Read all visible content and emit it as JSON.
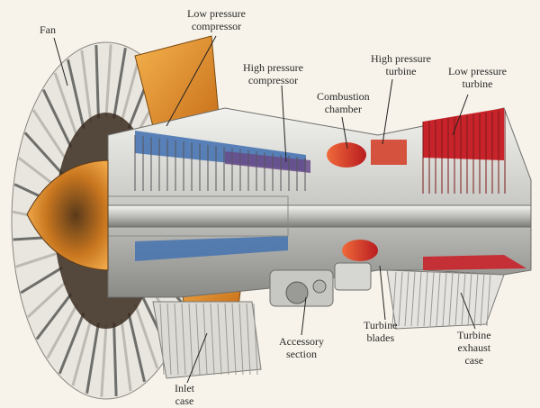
{
  "labels": {
    "fan": "Fan",
    "lpc": [
      "Low pressure",
      "compressor"
    ],
    "hpc": [
      "High pressure",
      "compressor"
    ],
    "hpt": [
      "High pressure",
      "turbine"
    ],
    "lpt": [
      "Low pressure",
      "turbine"
    ],
    "combustion": [
      "Combustion",
      "chamber"
    ],
    "accessory": [
      "Accessory",
      "section"
    ],
    "turbine_blades": [
      "Turbine",
      "blades"
    ],
    "exhaust": [
      "Turbine",
      "exhaust",
      "case"
    ],
    "inlet": [
      "Inlet",
      "case"
    ]
  },
  "colors": {
    "background": "#f7f3ea",
    "fan_orange": "#e08a2a",
    "compressor_blue": "#3f6fb0",
    "compressor_purple": "#6a4a8a",
    "combustion_red": "#d23a22",
    "turbine_red": "#c8232a",
    "metal_light": "#d9d9d6",
    "metal_dark": "#6e6e6b",
    "label_text": "#2a2a2a",
    "leader_line": "#222222"
  }
}
